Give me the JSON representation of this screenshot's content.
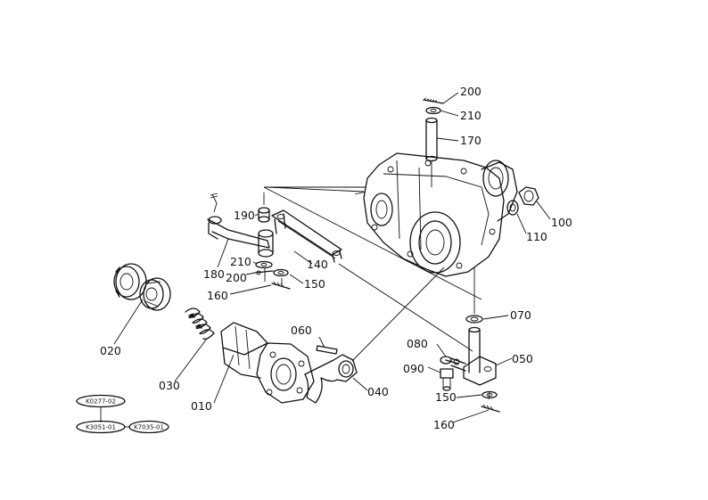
{
  "callouts": [
    {
      "id": "c200a",
      "label": "200"
    },
    {
      "id": "c210a",
      "label": "210"
    },
    {
      "id": "c170",
      "label": "170"
    },
    {
      "id": "c190",
      "label": "190"
    },
    {
      "id": "c100",
      "label": "100"
    },
    {
      "id": "c110",
      "label": "110"
    },
    {
      "id": "c180",
      "label": "180"
    },
    {
      "id": "c140",
      "label": "140"
    },
    {
      "id": "c210b",
      "label": "210"
    },
    {
      "id": "c200b",
      "label": "200"
    },
    {
      "id": "c150a",
      "label": "150"
    },
    {
      "id": "c160a",
      "label": "160"
    },
    {
      "id": "c070",
      "label": "070"
    },
    {
      "id": "c020",
      "label": "020"
    },
    {
      "id": "c060",
      "label": "060"
    },
    {
      "id": "c080",
      "label": "080"
    },
    {
      "id": "c050",
      "label": "050"
    },
    {
      "id": "c090",
      "label": "090"
    },
    {
      "id": "c030",
      "label": "030"
    },
    {
      "id": "c040",
      "label": "040"
    },
    {
      "id": "c010",
      "label": "010"
    },
    {
      "id": "c150b",
      "label": "150"
    },
    {
      "id": "c160b",
      "label": "160"
    }
  ],
  "codes": [
    {
      "id": "k1",
      "label": "K0277-02"
    },
    {
      "id": "k2",
      "label": "K3051-01"
    },
    {
      "id": "k3",
      "label": "K7035-01"
    }
  ]
}
